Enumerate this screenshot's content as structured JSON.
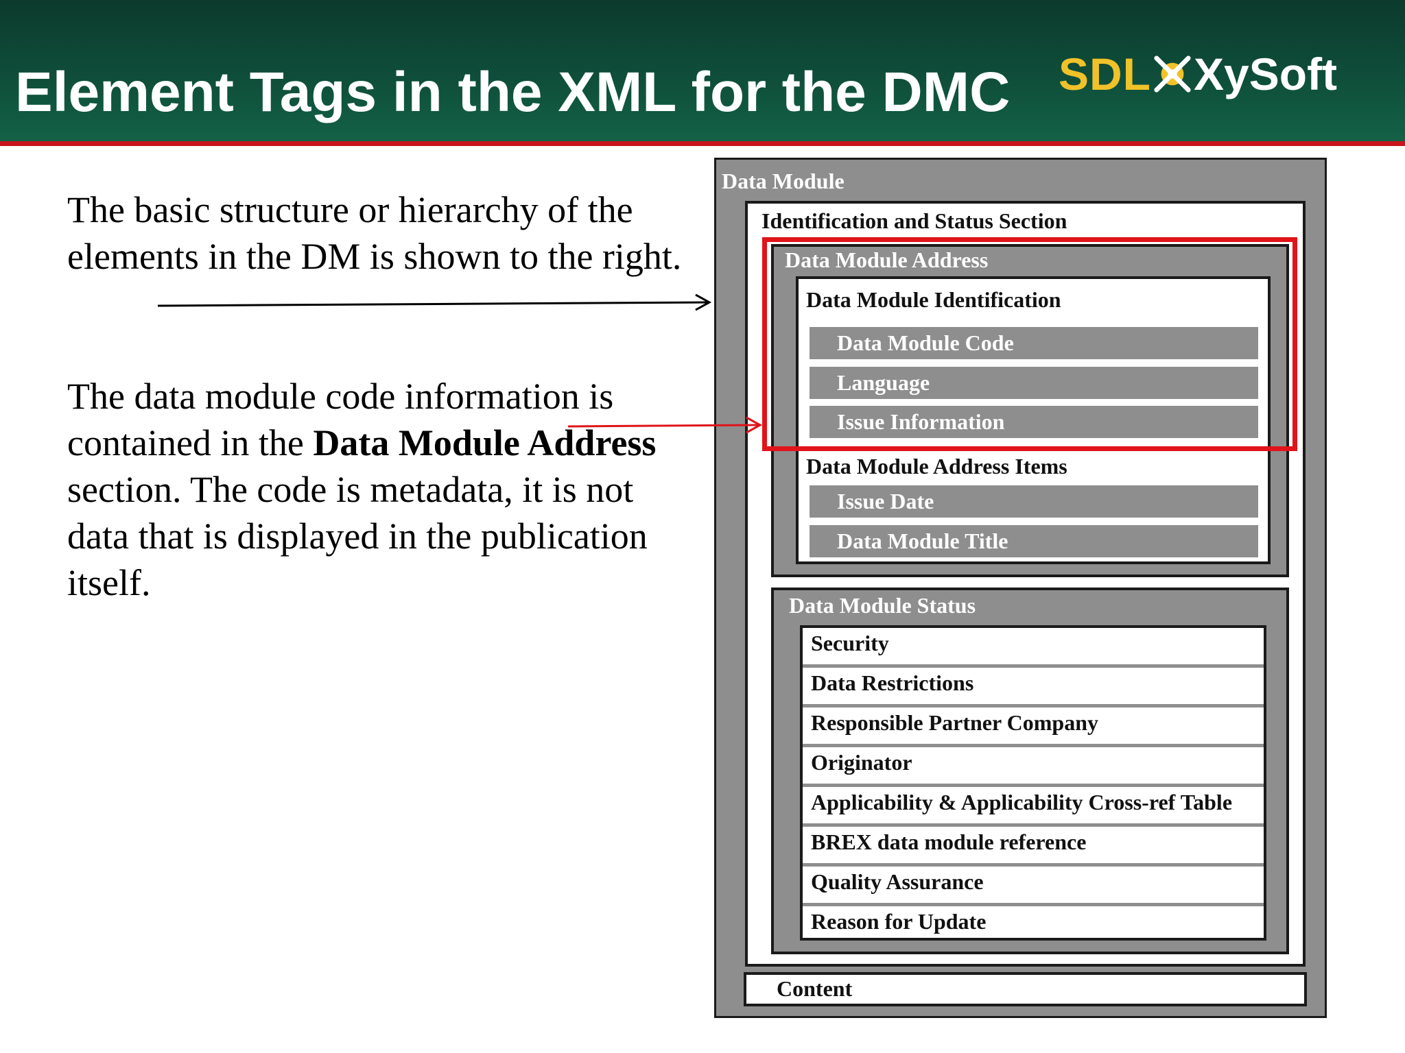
{
  "slide": {
    "title": "Element Tags in the XML for the DMC",
    "logo": {
      "left_text": "SDL",
      "right_text": "XySoft"
    }
  },
  "body": {
    "paragraph1": "The basic structure or hierarchy of the elements in the DM is shown to the right.",
    "paragraph2": {
      "before": "The data module code information is contained in the ",
      "bold": "Data Module Address",
      "after": " section. The code is metadata, it is not data that is displayed in the publication itself."
    }
  },
  "diagram": {
    "data_module": "Data Module",
    "identification_status_section": "Identification and Status Section",
    "data_module_address": "Data Module Address",
    "data_module_identification": "Data Module Identification",
    "identification_items": [
      "Data Module Code",
      "Language",
      "Issue Information"
    ],
    "data_module_address_items": "Data Module Address Items",
    "address_items": [
      "Issue Date",
      "Data Module Title"
    ],
    "data_module_status": "Data Module Status",
    "status_items": [
      "Security",
      "Data Restrictions",
      "Responsible Partner Company",
      "Originator",
      "Applicability & Applicability Cross-ref Table",
      "BREX data module reference",
      "Quality Assurance",
      "Reason for Update"
    ],
    "content": "Content"
  },
  "colors": {
    "header_green": "#0f4e3a",
    "accent_red": "#e0141a",
    "box_gray": "#8e8e8e",
    "logo_gold": "#f0c22a"
  }
}
